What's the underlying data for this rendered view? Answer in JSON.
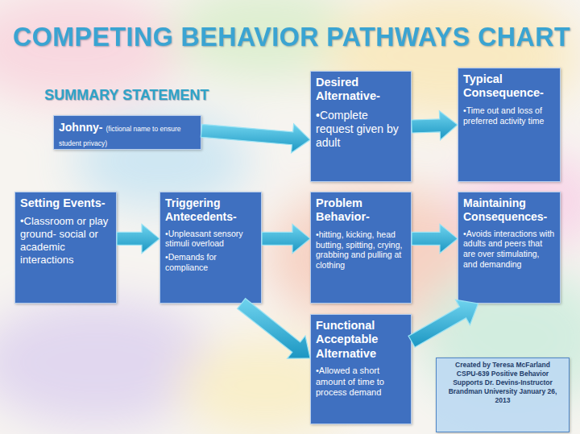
{
  "diagram": {
    "title": "COMPETING BEHAVIOR PATHWAYS CHART",
    "nodes": [
      {
        "text": [
          "Johnny-",
          "(fictional name to ensure student privacy)"
        ]
      },
      {
        "text": [
          "Desired Alternative-",
          "•Complete request given by adult"
        ]
      },
      {
        "text": [
          "Typical Consequence-",
          "•Time out and loss of preferred activity time"
        ]
      },
      {
        "text": [
          "Setting Events-",
          "•Classroom or play ground- social or academic interactions"
        ]
      },
      {
        "text": [
          "Triggering Antecedents-",
          "•Unpleasant sensory stimuli overload",
          "•Demands for compliance"
        ]
      },
      {
        "text": [
          "Problem Behavior-",
          "•hitting, kicking, head butting, spitting, crying, grabbing and pulling at clothing"
        ]
      },
      {
        "text": [
          "Maintaining Consequences-",
          "•Avoids interactions with adults and peers that are over stimulating, and demanding"
        ]
      },
      {
        "text": [
          "Functional Acceptable Alternative",
          "•Allowed a short amount of time to process demand"
        ]
      },
      {
        "text": [
          "Created by Teresa McFarland CSPU-639 Positive Behavior Supports Dr. Devins-Instructor Brandman University January 26, 2013"
        ]
      }
    ],
    "edges": [
      {
        "from": 0,
        "to": 1,
        "arrow": "to"
      },
      {
        "from": 1,
        "to": 2,
        "arrow": "to"
      },
      {
        "from": 3,
        "to": 4,
        "arrow": "to"
      },
      {
        "from": 4,
        "to": 5,
        "arrow": "to"
      },
      {
        "from": 5,
        "to": 6,
        "arrow": "to"
      },
      {
        "from": 4,
        "to": 7,
        "arrow": "to"
      },
      {
        "from": 7,
        "to": 6,
        "arrow": "to"
      }
    ],
    "labels": [
      "SUMMARY STATEMENT"
    ]
  }
}
